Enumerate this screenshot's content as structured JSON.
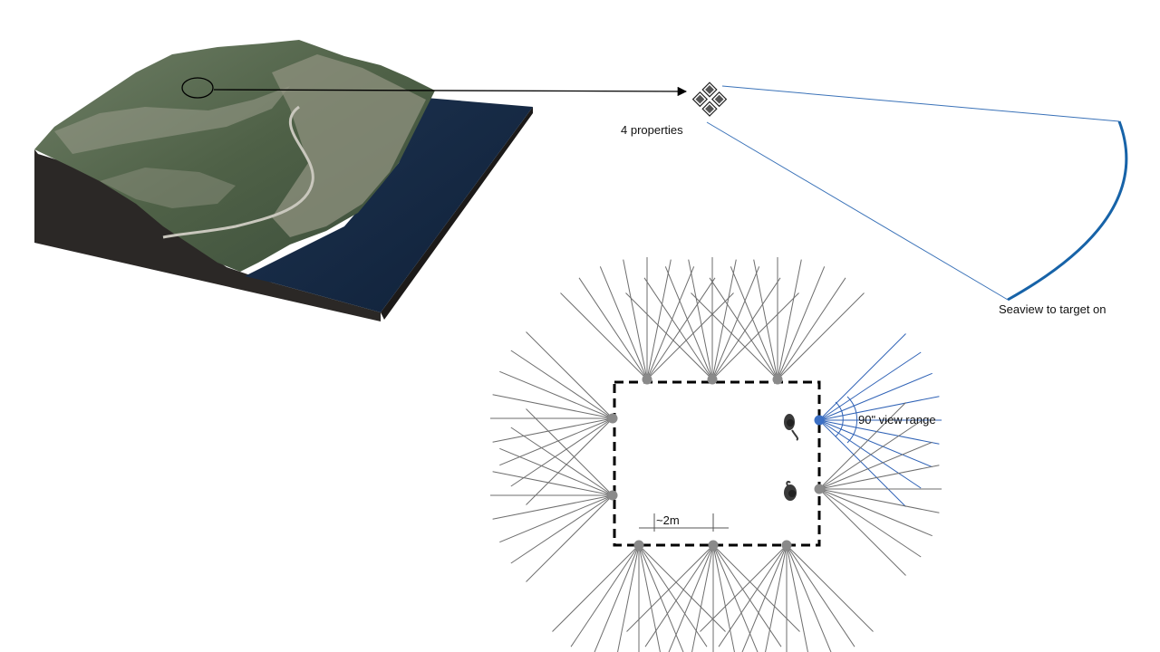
{
  "labels": {
    "properties": "4 properties",
    "seaview": "Seaview to target on",
    "view_range": "90\" view range",
    "distance": "~2m"
  },
  "icons": {
    "terrain": "terrain-block-aerial-image",
    "properties": "four-property-squares-icon",
    "camera": "camera-dot-icon",
    "person": "person-top-view-icon"
  },
  "colors": {
    "camera_gray": "#8a8a8a",
    "camera_active": "#3b6fc4",
    "view_line_gray": "#6e6e6e",
    "view_line_blue": "#2f62b6",
    "seaview_line": "#3a72b8",
    "seaview_arc": "#1763a8",
    "enclosure": "#000000"
  }
}
